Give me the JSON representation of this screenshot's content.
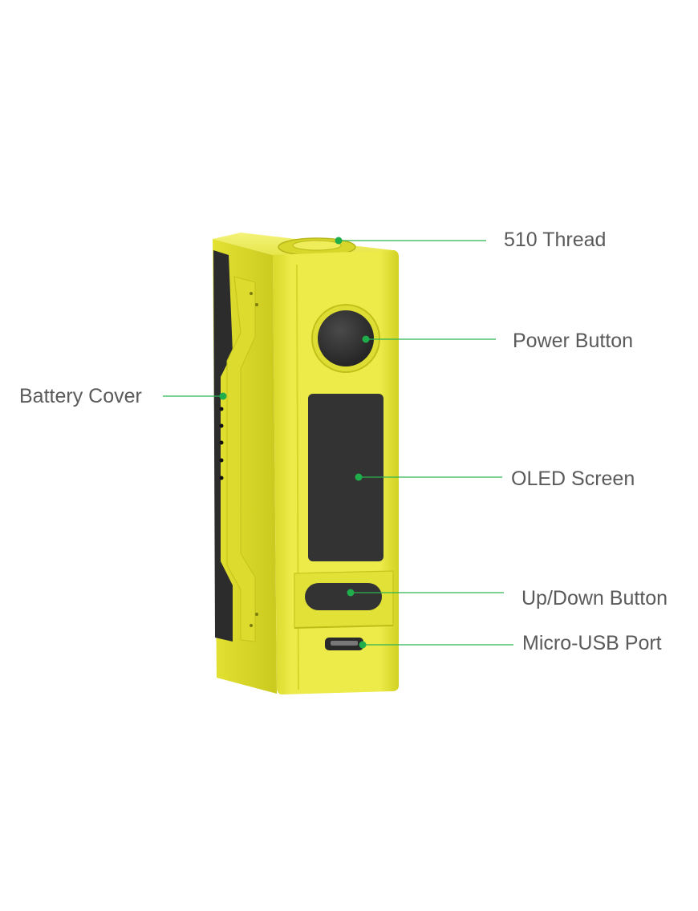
{
  "device": {
    "body_color": "#e6e53a",
    "body_shade": "#cfcd22",
    "body_highlight": "#f2f26a",
    "panel_color": "#333333",
    "pointer_color": "#1fae4b",
    "leader_color": "#2db352"
  },
  "callouts": [
    {
      "id": "thread",
      "label": "510 Thread",
      "icon": "thread-icon"
    },
    {
      "id": "power",
      "label": "Power Button",
      "icon": "power-button-icon"
    },
    {
      "id": "battery",
      "label": "Battery Cover",
      "icon": "battery-cover-icon"
    },
    {
      "id": "screen",
      "label": "OLED Screen",
      "icon": "screen-icon"
    },
    {
      "id": "updown",
      "label": "Up/Down Button",
      "icon": "adjust-button-icon"
    },
    {
      "id": "usb",
      "label": "Micro-USB Port",
      "icon": "usb-port-icon"
    }
  ]
}
